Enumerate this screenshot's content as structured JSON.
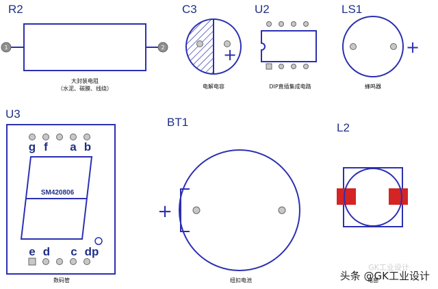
{
  "components": {
    "r2": {
      "ref": "R2",
      "caption_line1": "大封装电阻",
      "caption_line2": "（水泥、碳膜、线绕）",
      "pad1": "1",
      "pad2": "2"
    },
    "c3": {
      "ref": "C3",
      "caption": "电解电容",
      "polarity": "+"
    },
    "u2": {
      "ref": "U2",
      "caption": "DIP直插集成电路"
    },
    "ls1": {
      "ref": "LS1",
      "caption": "蜂鸣器",
      "polarity": "+"
    },
    "u3": {
      "ref": "U3",
      "caption": "数码管",
      "part": "SM420806",
      "top_pins": [
        "g",
        "f",
        "a",
        "b"
      ],
      "bottom_pins": [
        "e",
        "d",
        "c",
        "dp"
      ]
    },
    "bt1": {
      "ref": "BT1",
      "caption": "纽扣电池",
      "polarity": "+"
    },
    "l2": {
      "ref": "L2",
      "caption": "电感"
    }
  },
  "watermark": {
    "brand": "头条 @GK工业设计",
    "faint": "GK工业设计"
  },
  "colors": {
    "outline": "#2b2fb0",
    "label": "#1f2f86",
    "pad_fill": "#c8c8c8",
    "smd_pad": "#d42424"
  }
}
